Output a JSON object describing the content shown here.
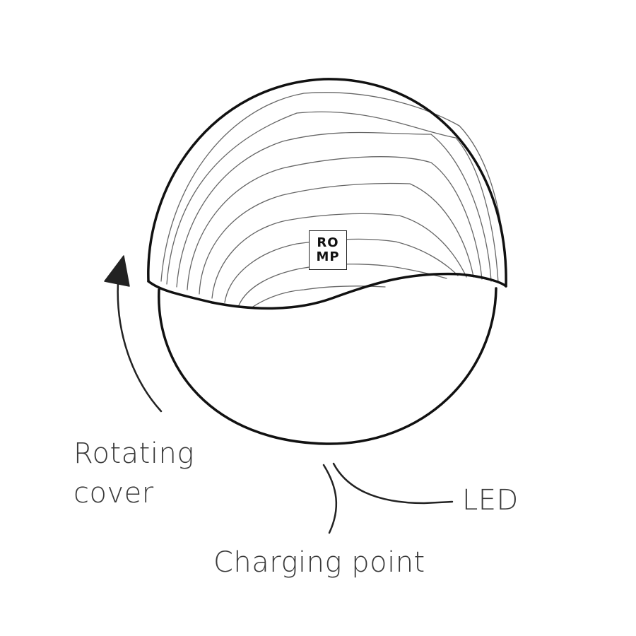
{
  "labels": {
    "rotating_cover_line1": "Rotating",
    "rotating_cover_line2": "cover",
    "led": "LED",
    "charging_point": "Charging point"
  },
  "logo": {
    "line1": "RO",
    "line2": "MP"
  },
  "colors": {
    "outline": "#111111",
    "contour": "#555555",
    "label_text": "#3a3a3a",
    "background": "#ffffff"
  },
  "icons": {
    "arrow": "curved-arrow-icon"
  }
}
